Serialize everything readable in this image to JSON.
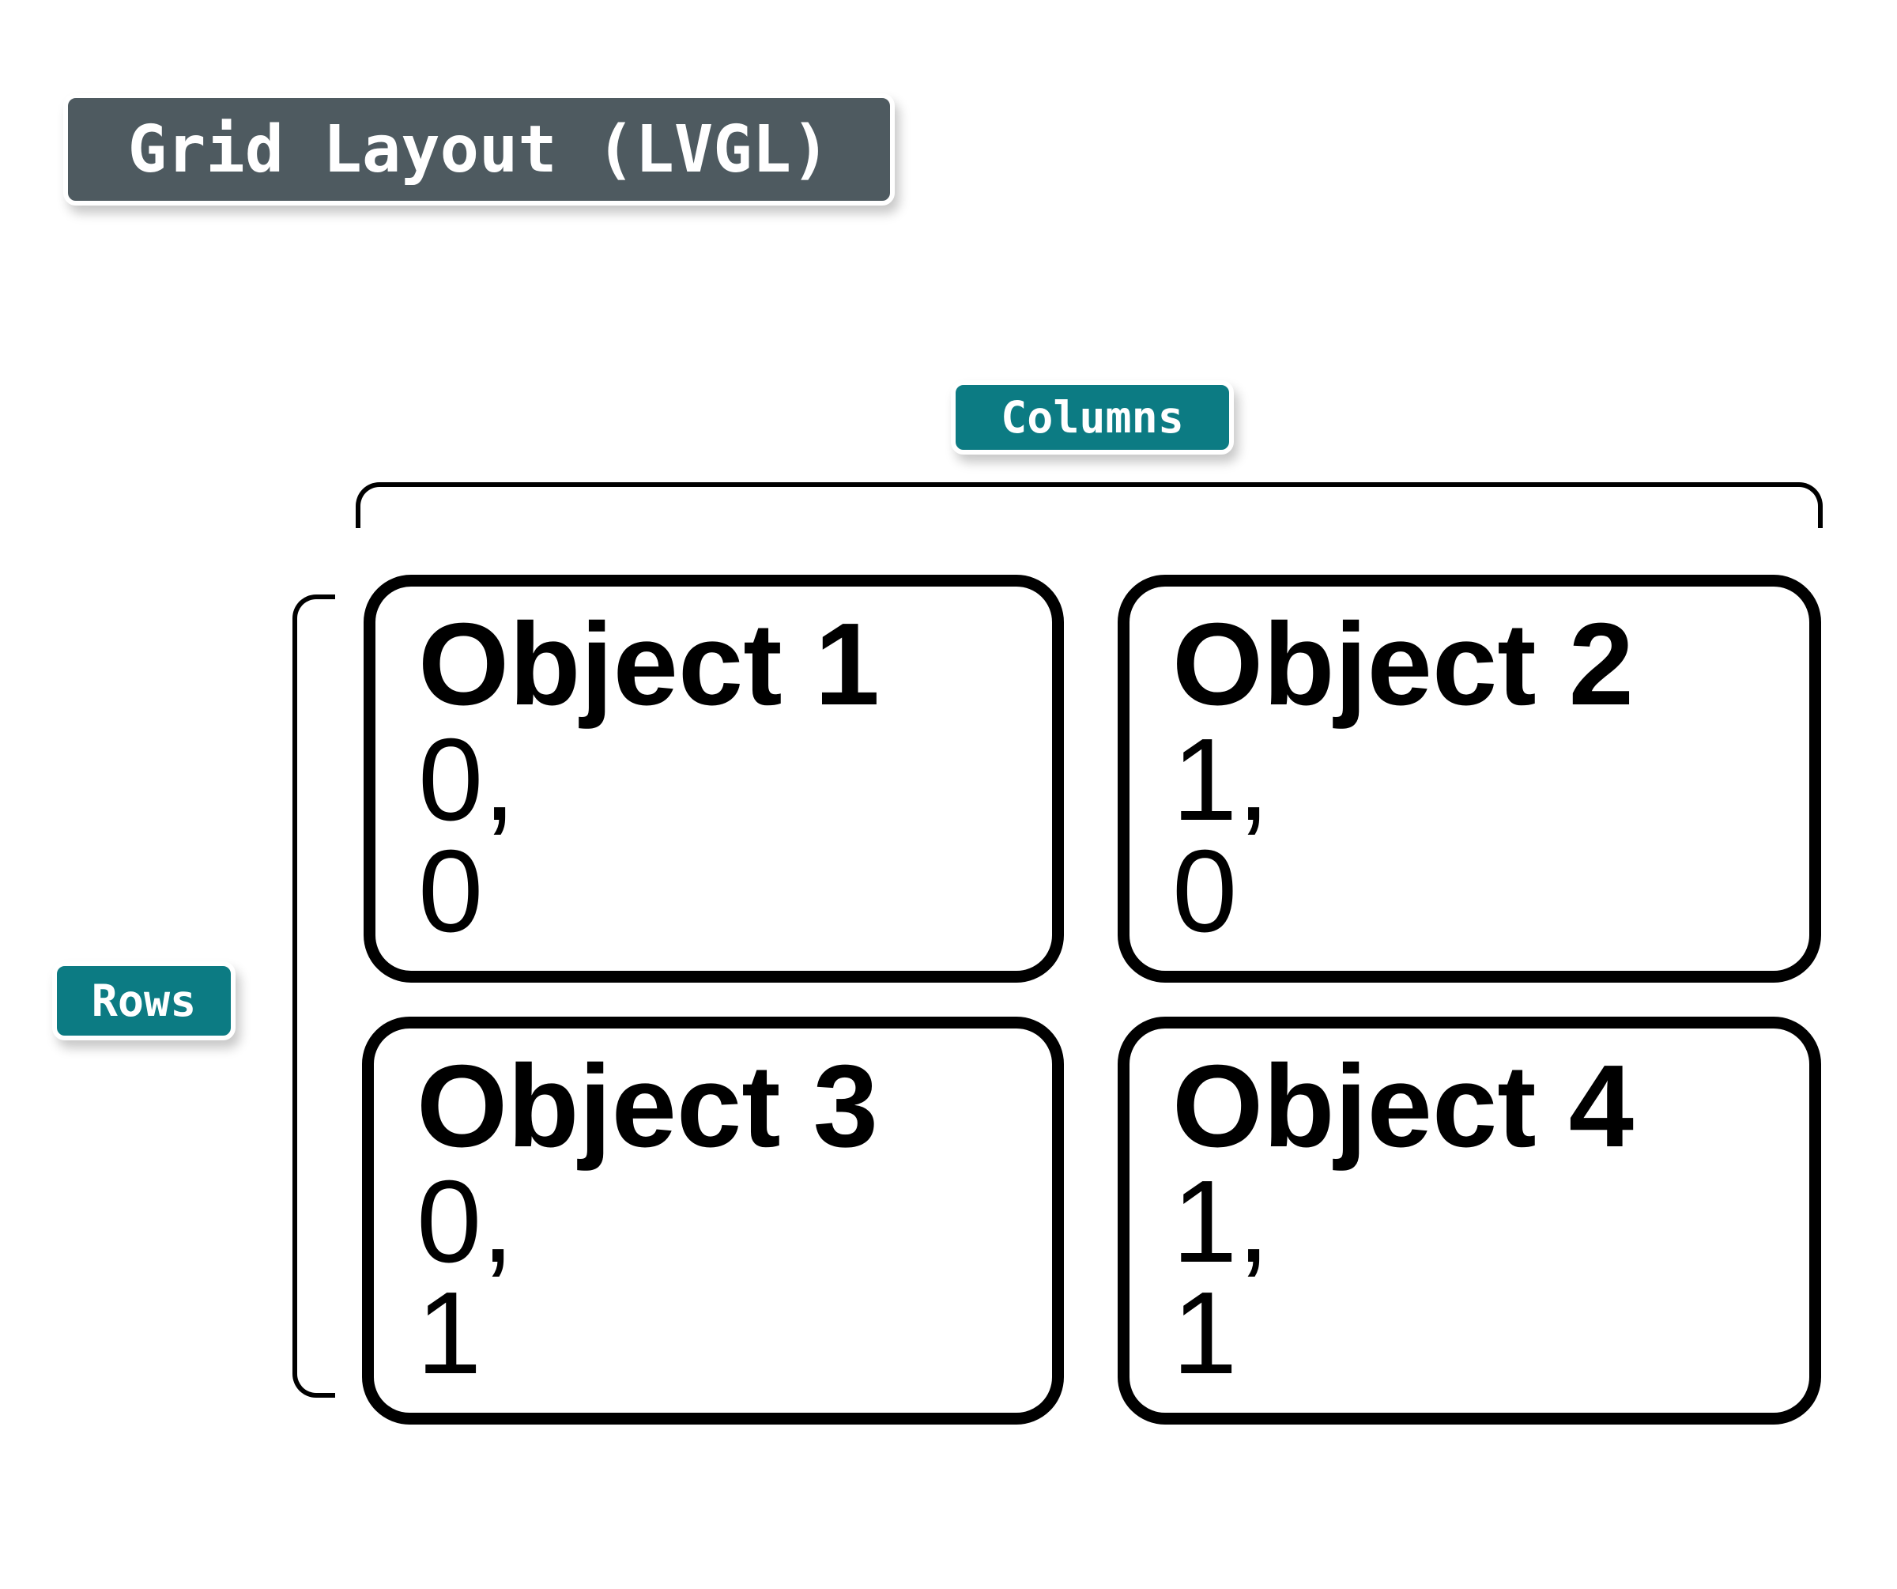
{
  "diagram": {
    "title": "Grid Layout (LVGL)",
    "columns_label": "Columns",
    "rows_label": "Rows",
    "objects": [
      {
        "name": "Object 1",
        "col": "0,",
        "row": "0"
      },
      {
        "name": "Object 2",
        "col": "1,",
        "row": "0"
      },
      {
        "name": "Object 3",
        "col": "0,",
        "row": "1"
      },
      {
        "name": "Object 4",
        "col": "1,",
        "row": "1"
      }
    ],
    "colors": {
      "badge_teal": "#0c7b83",
      "badge_slate": "#4e5a60",
      "stroke_black": "#000000"
    }
  }
}
